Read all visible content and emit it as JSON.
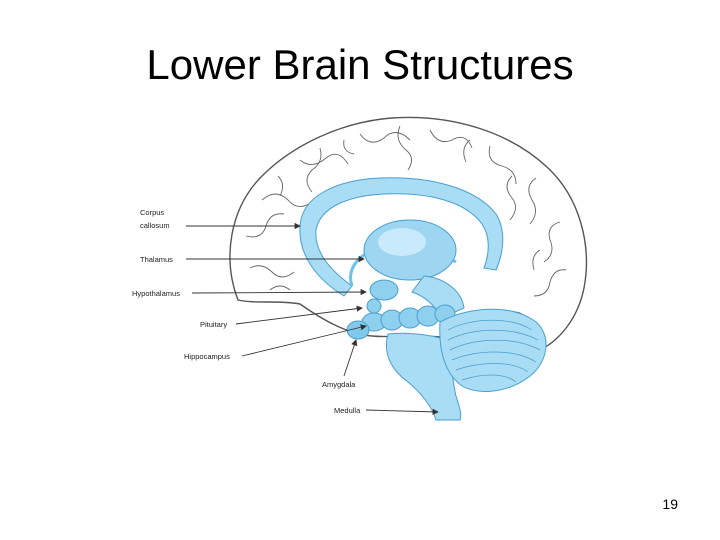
{
  "slide": {
    "title": "Lower Brain Structures",
    "page_number": "19"
  },
  "diagram": {
    "labels": {
      "corpus_callosum_line1": "Corpus",
      "corpus_callosum_line2": "callosum",
      "thalamus": "Thalamus",
      "hypothalamus": "Hypothalamus",
      "pituitary": "Pituitary",
      "hippocampus": "Hippocampus",
      "amygdala": "Amygdala",
      "medulla": "Medulla"
    },
    "colors": {
      "highlight": "#a9dcf5",
      "highlight_dark": "#6cc3ea",
      "outline": "#555555",
      "arrow": "#333333"
    }
  }
}
